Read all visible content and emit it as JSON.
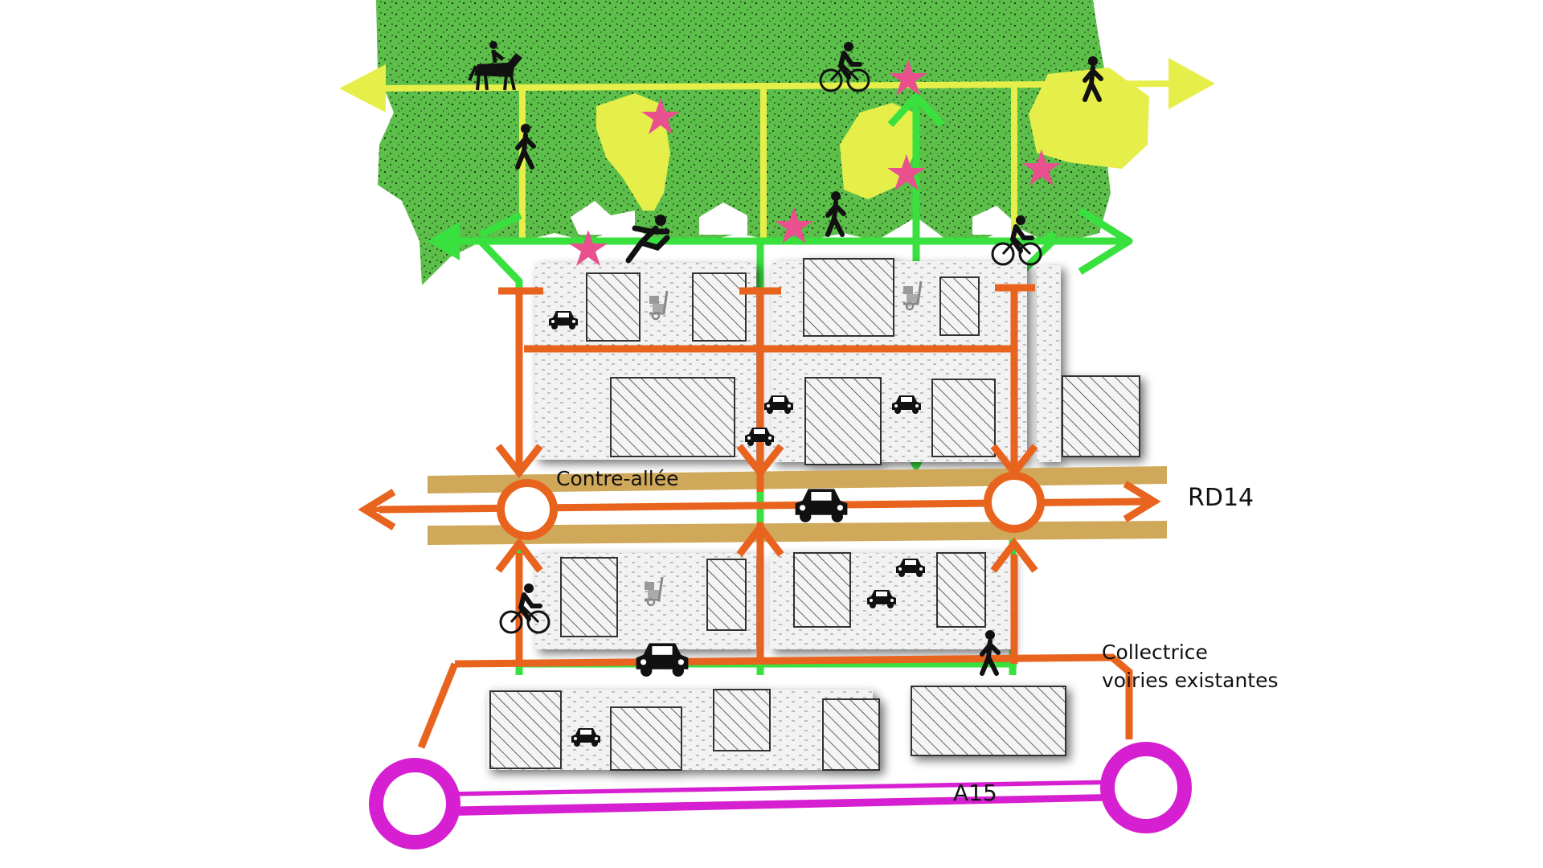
{
  "labels": {
    "contre_allee": "Contre-allée",
    "rd14": "RD14",
    "collectrice_line1": "Collectrice",
    "collectrice_line2": "voiries existantes",
    "a15": "A15"
  },
  "legend_icons": [
    "horse-rider-icon",
    "cyclist-icon",
    "pedestrian-icon",
    "runner-icon",
    "car-icon",
    "hand-truck-icon",
    "star-icon"
  ],
  "colors": {
    "forest": "#5cbf4a",
    "forest_dots": "#1c3a14",
    "leisure_path": "#e6ef4a",
    "green_path": "#39e13f",
    "road": "#e8641e",
    "road_band": "#cfa85a",
    "motorway": "#d61fd1",
    "star": "#e8508e",
    "building_hatch": "#444444"
  }
}
